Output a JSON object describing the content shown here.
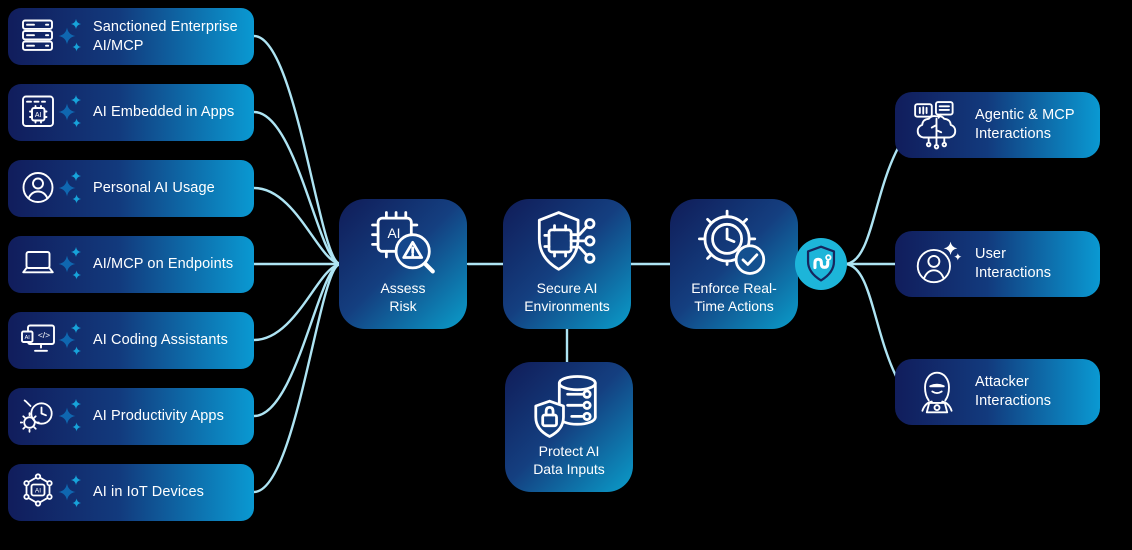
{
  "sources": {
    "items": [
      {
        "label": "Sanctioned Enterprise\nAI/MCP",
        "icon": "server-stack-icon"
      },
      {
        "label": "AI Embedded in Apps",
        "icon": "app-window-ai-chip-icon"
      },
      {
        "label": "Personal AI Usage",
        "icon": "person-circle-icon"
      },
      {
        "label": "AI/MCP on Endpoints",
        "icon": "laptop-icon"
      },
      {
        "label": "AI Coding Assistants",
        "icon": "code-monitor-ai-chip-icon"
      },
      {
        "label": "AI Productivity Apps",
        "icon": "clock-gear-icon"
      },
      {
        "label": "AI in IoT Devices",
        "icon": "iot-hexagon-ai-chip-icon"
      }
    ]
  },
  "pipeline": {
    "items": [
      {
        "label": "Assess\nRisk",
        "icon": "ai-chip-magnifier-warning-icon"
      },
      {
        "label": "Secure AI\nEnvironments",
        "icon": "shield-chip-circuit-icon"
      },
      {
        "label": "Enforce Real-\nTime Actions",
        "icon": "gear-clock-check-icon"
      },
      {
        "label": "Protect AI\nData Inputs",
        "icon": "database-shield-lock-icon"
      }
    ]
  },
  "destinations": {
    "items": [
      {
        "label": "Agentic & MCP\nInteractions",
        "icon": "chat-windows-cloud-circuit-icon"
      },
      {
        "label": "User\nInteractions",
        "icon": "person-sparkle-icon"
      },
      {
        "label": "Attacker\nInteractions",
        "icon": "hooded-attacker-laptop-icon"
      }
    ]
  },
  "badge": {
    "icon": "netskope-shield-logo-icon"
  },
  "icons": {
    "ai_label": "AI",
    "code_label": "</>"
  },
  "colors": {
    "background": "#000000",
    "node_gradient_start": "#111d5c",
    "node_gradient_end": "#0a99d2",
    "connector_line": "#aee4f3",
    "badge_circle": "#1db5d9",
    "shield_outline": "#16265e",
    "sparkle_big": "#0f67b0",
    "sparkle_small": "#17a3da",
    "icon_stroke": "#ffffff",
    "text": "#ffffff"
  }
}
